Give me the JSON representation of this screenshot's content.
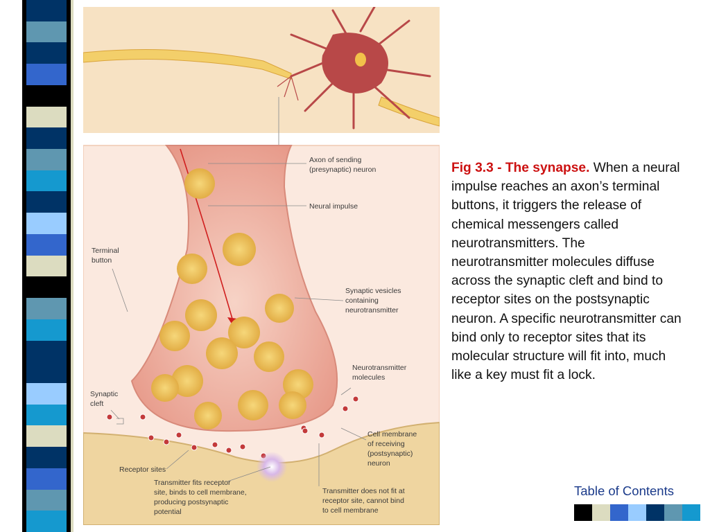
{
  "caption": {
    "title": "Fig 3.3 - The synapse.",
    "body": " When a neural impulse reaches an axon’s terminal buttons, it triggers the release of chemical messengers called neurotransmitters. The neurotransmitter molecules diffuse across the synaptic cleft and bind to receptor sites on the postsynaptic neuron. A specific neurotransmitter can bind only to receptor sites that its molecular structure will fit into, much like a key must fit a lock."
  },
  "figure_labels": {
    "axon_line1": "Axon of sending",
    "axon_line2": "(presynaptic) neuron",
    "neural_impulse": "Neural impulse",
    "terminal_line1": "Terminal",
    "terminal_line2": "button",
    "vesicles_line1": "Synaptic vesicles",
    "vesicles_line2": "containing",
    "vesicles_line3": "neurotransmitter",
    "nt_line1": "Neurotransmitter",
    "nt_line2": "molecules",
    "cleft_line1": "Synaptic",
    "cleft_line2": "cleft",
    "membrane_line1": "Cell membrane",
    "membrane_line2": "of receiving",
    "membrane_line3": "(postsynaptic)",
    "membrane_line4": "neuron",
    "receptor_sites": "Receptor sites",
    "fits_line1": "Transmitter fits receptor",
    "fits_line2": "site, binds to cell membrane,",
    "fits_line3": "producing postsynaptic",
    "fits_line4": "potential",
    "nofit_line1": "Transmitter does not fit at",
    "nofit_line2": "receptor site, cannot bind",
    "nofit_line3": "to cell membrane"
  },
  "nav": {
    "toc_label": "Table of Contents",
    "swatch_colors": [
      "#000000",
      "#dcdcc0",
      "#3366cc",
      "#99ccff",
      "#003366",
      "#5f97b0",
      "#1599cf"
    ]
  },
  "stripe_colors": [
    "#003366",
    "#5f97b0",
    "#003366",
    "#3366cc",
    "#000000",
    "#dcdcc0",
    "#003366",
    "#5f97b0",
    "#1599cf",
    "#003366",
    "#99ccff",
    "#3366cc",
    "#dcdcc0",
    "#000000",
    "#5f97b0",
    "#1599cf",
    "#003366",
    "#003366",
    "#99ccff",
    "#1599cf",
    "#dcdcc0",
    "#003366",
    "#3366cc",
    "#5f97b0",
    "#1599cf"
  ],
  "colors": {
    "caption_title": "#cc1111",
    "toc_text": "#1a3a8a"
  }
}
